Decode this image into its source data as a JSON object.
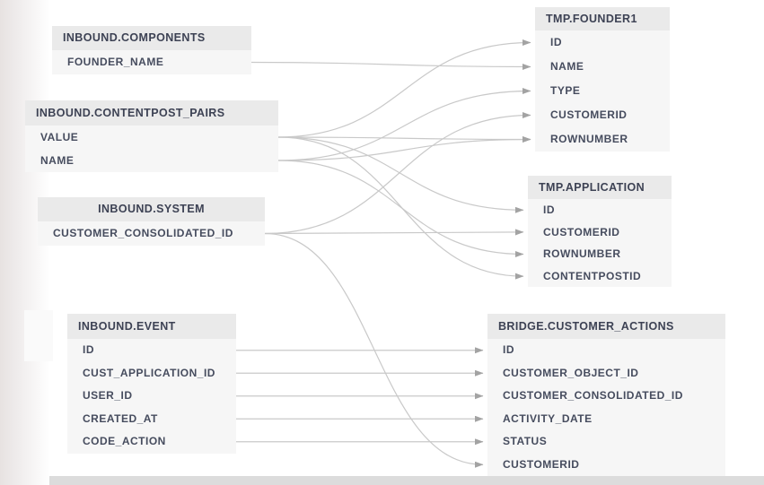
{
  "diagram": {
    "tables": [
      {
        "id": "inbound-components",
        "title": "INBOUND.COMPONENTS",
        "fields": [
          "FOUNDER_NAME"
        ]
      },
      {
        "id": "inbound-contentpost-pairs",
        "title": "INBOUND.CONTENTPOST_PAIRS",
        "fields": [
          "VALUE",
          "NAME"
        ]
      },
      {
        "id": "inbound-system",
        "title": "INBOUND.SYSTEM",
        "fields": [
          "CUSTOMER_CONSOLIDATED_ID"
        ]
      },
      {
        "id": "inbound-event",
        "title": "INBOUND.EVENT",
        "fields": [
          "ID",
          "CUST_APPLICATION_ID",
          "USER_ID",
          "CREATED_AT",
          "CODE_ACTION"
        ]
      },
      {
        "id": "tmp-founder1",
        "title": "TMP.FOUNDER1",
        "fields": [
          "ID",
          "NAME",
          "TYPE",
          "CUSTOMERID",
          "ROWNUMBER"
        ]
      },
      {
        "id": "tmp-application",
        "title": "TMP.APPLICATION",
        "fields": [
          "ID",
          "CUSTOMERID",
          "ROWNUMBER",
          "CONTENTPOSTID"
        ]
      },
      {
        "id": "bridge-customer-actions",
        "title": "BRIDGE.CUSTOMER_ACTIONS",
        "fields": [
          "ID",
          "CUSTOMER_OBJECT_ID",
          "CUSTOMER_CONSOLIDATED_ID",
          "ACTIVITY_DATE",
          "STATUS",
          "CUSTOMERID"
        ]
      }
    ],
    "connections": [
      {
        "from": {
          "table": "inbound-components",
          "field": "FOUNDER_NAME"
        },
        "to": {
          "table": "tmp-founder1",
          "field": "NAME"
        }
      },
      {
        "from": {
          "table": "inbound-contentpost-pairs",
          "field": "VALUE"
        },
        "to": {
          "table": "tmp-founder1",
          "field": "ID"
        }
      },
      {
        "from": {
          "table": "inbound-contentpost-pairs",
          "field": "VALUE"
        },
        "to": {
          "table": "tmp-founder1",
          "field": "ROWNUMBER"
        }
      },
      {
        "from": {
          "table": "inbound-contentpost-pairs",
          "field": "VALUE"
        },
        "to": {
          "table": "tmp-application",
          "field": "ID"
        }
      },
      {
        "from": {
          "table": "inbound-contentpost-pairs",
          "field": "VALUE"
        },
        "to": {
          "table": "tmp-application",
          "field": "CONTENTPOSTID"
        }
      },
      {
        "from": {
          "table": "inbound-contentpost-pairs",
          "field": "NAME"
        },
        "to": {
          "table": "tmp-founder1",
          "field": "TYPE"
        }
      },
      {
        "from": {
          "table": "inbound-contentpost-pairs",
          "field": "NAME"
        },
        "to": {
          "table": "tmp-founder1",
          "field": "ROWNUMBER"
        }
      },
      {
        "from": {
          "table": "inbound-contentpost-pairs",
          "field": "NAME"
        },
        "to": {
          "table": "tmp-application",
          "field": "ROWNUMBER"
        }
      },
      {
        "from": {
          "table": "inbound-system",
          "field": "CUSTOMER_CONSOLIDATED_ID"
        },
        "to": {
          "table": "tmp-founder1",
          "field": "CUSTOMERID"
        }
      },
      {
        "from": {
          "table": "inbound-system",
          "field": "CUSTOMER_CONSOLIDATED_ID"
        },
        "to": {
          "table": "tmp-application",
          "field": "CUSTOMERID"
        }
      },
      {
        "from": {
          "table": "inbound-system",
          "field": "CUSTOMER_CONSOLIDATED_ID"
        },
        "to": {
          "table": "bridge-customer-actions",
          "field": "CUSTOMERID"
        }
      },
      {
        "from": {
          "table": "inbound-event",
          "field": "ID"
        },
        "to": {
          "table": "bridge-customer-actions",
          "field": "ID"
        }
      },
      {
        "from": {
          "table": "inbound-event",
          "field": "CUST_APPLICATION_ID"
        },
        "to": {
          "table": "bridge-customer-actions",
          "field": "CUSTOMER_OBJECT_ID"
        }
      },
      {
        "from": {
          "table": "inbound-event",
          "field": "USER_ID"
        },
        "to": {
          "table": "bridge-customer-actions",
          "field": "CUSTOMER_CONSOLIDATED_ID"
        }
      },
      {
        "from": {
          "table": "inbound-event",
          "field": "CREATED_AT"
        },
        "to": {
          "table": "bridge-customer-actions",
          "field": "ACTIVITY_DATE"
        }
      },
      {
        "from": {
          "table": "inbound-event",
          "field": "CODE_ACTION"
        },
        "to": {
          "table": "bridge-customer-actions",
          "field": "STATUS"
        }
      }
    ],
    "colors": {
      "header_bg": "#eaeaea",
      "field_bg": "#f6f6f6",
      "text": "#3d4254",
      "line": "#c9c9c9",
      "arrow": "#a3a3a3"
    }
  }
}
